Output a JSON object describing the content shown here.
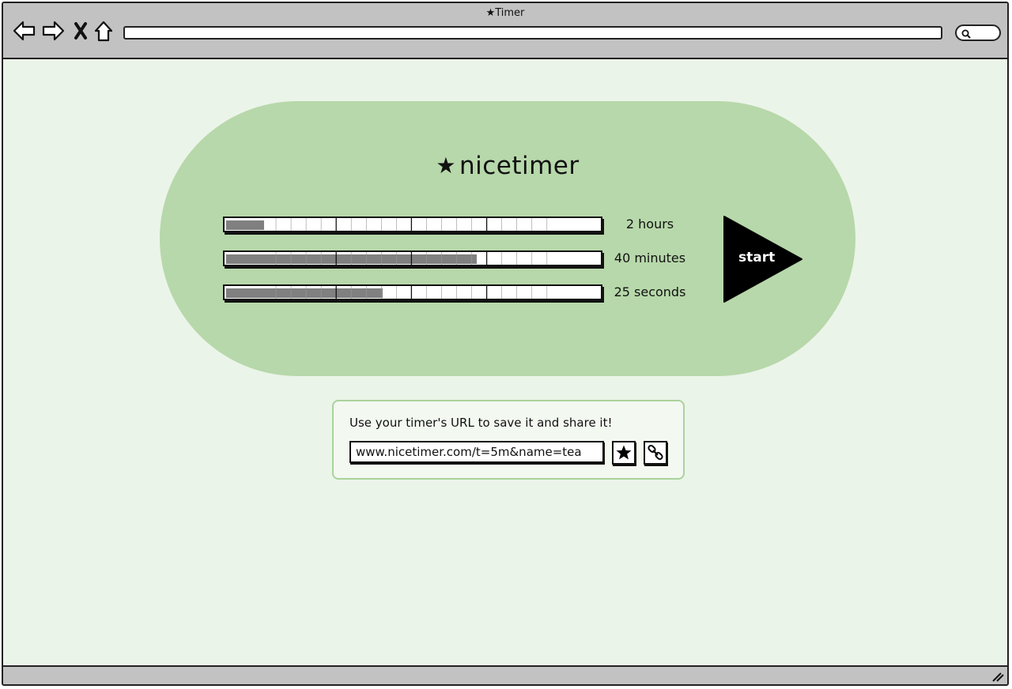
{
  "window": {
    "title": "★Timer"
  },
  "toolbar": {
    "icons": [
      "back-arrow-icon",
      "forward-arrow-icon",
      "close-icon",
      "home-icon",
      "search-icon"
    ],
    "address_value": ""
  },
  "app": {
    "logo_star": "★",
    "logo_text": "nicetimer",
    "sliders": [
      {
        "label": "2 hours",
        "value": 2,
        "max": 20
      },
      {
        "label": "40 minutes",
        "value": 40,
        "max": 60
      },
      {
        "label": "25 seconds",
        "value": 25,
        "max": 60
      }
    ],
    "start_label": "start"
  },
  "share": {
    "text": "Use your timer's URL to save it and share it!",
    "url_value": "www.nicetimer.com/t=5m&name=tea",
    "icons": [
      "star-icon",
      "link-icon"
    ]
  },
  "colors": {
    "chrome": "#c2c2c2",
    "page_bg": "#ebf4e9",
    "pill_bg": "#b7d8aa",
    "fill": "#808080",
    "panel_border": "#a9d39b"
  }
}
